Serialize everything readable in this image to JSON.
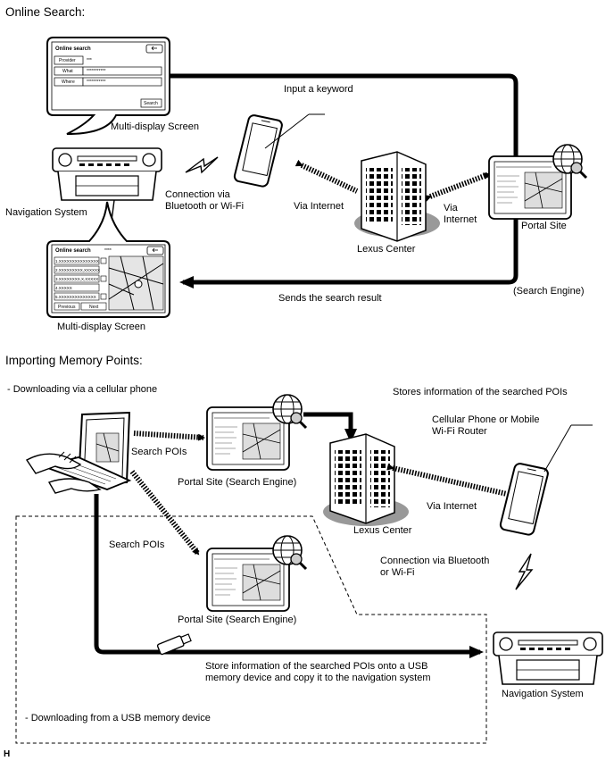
{
  "online": {
    "heading": "Online Search:",
    "top_screen": {
      "title": "Online search",
      "rows": [
        {
          "label": "Provider",
          "value": "***"
        },
        {
          "label": "What",
          "value": "***********"
        },
        {
          "label": "Where",
          "value": "***********"
        }
      ],
      "search_btn": "Search"
    },
    "bottom_screen": {
      "title": "Online search",
      "stars": "****",
      "results": [
        "1.XXXXXXXXXXXXXXX",
        "2.XXXXXXXXX,XXXXXX",
        "3.XXXXXXXX,X,XXXXX",
        "4.XXXXX",
        "5.XXXXXXXXXXXXXX"
      ],
      "prev_btn": "Previous",
      "next_btn": "Next"
    },
    "labels": {
      "input_keyword": "Input a keyword",
      "multi_display_top": "Multi-display Screen",
      "navigation_system": "Navigation System",
      "connection_1": "Connection via",
      "connection_2": "Bluetooth or Wi-Fi",
      "via_internet_left": "Via Internet",
      "via_internet_right_1": "Via",
      "via_internet_right_2": "Internet",
      "lexus_center": "Lexus Center",
      "portal_site": "Portal Site",
      "sends_result": "Sends the search result",
      "search_engine": "(Search Engine)",
      "multi_display_bottom": "Multi-display Screen"
    }
  },
  "importing": {
    "heading": "Importing Memory Points:",
    "labels": {
      "download_cellular": "- Downloading via a cellular phone",
      "stores_info": "Stores information of the searched POIs",
      "cell_phone_1": "Cellular Phone or Mobile",
      "cell_phone_2": "Wi-Fi Router",
      "search_pois_top": "Search POIs",
      "portal_top": "Portal Site (Search Engine)",
      "via_internet": "Via Internet",
      "lexus_center": "Lexus Center",
      "search_pois_mid": "Search POIs",
      "connection_1": "Connection via Bluetooth",
      "connection_2": "or Wi-Fi",
      "portal_mid": "Portal Site (Search Engine)",
      "store_info_1": "Store information of the searched POIs onto a USB",
      "store_info_2": "memory device and copy it to the navigation system",
      "navigation_system": "Navigation System",
      "download_usb": "- Downloading from a USB memory device"
    }
  },
  "corner_mark": "H"
}
